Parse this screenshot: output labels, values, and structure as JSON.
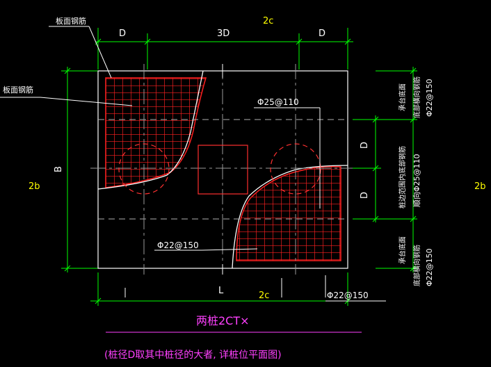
{
  "labels": {
    "slab_rebar_top": "板面钢筋",
    "slab_rebar_left": "板面钢筋",
    "dim_d_left": "D",
    "dim_3d": "3D",
    "dim_d_right": "D",
    "dim_2c_top": "2c",
    "dim_b": "B",
    "dim_2b_left": "2b",
    "dim_2b_right": "2b",
    "rebar_25_110": "Φ25@110",
    "rebar_22_150_inner": "Φ22@150",
    "rebar_22_150_bottom": "Φ22@150",
    "dim_l": "L",
    "dim_2c_bottom": "2c",
    "dim_d_right_v1": "D",
    "dim_d_right_v2": "D",
    "right_top_1": "承台底面",
    "right_top_2": "底部横向钢筋",
    "right_top_3": "Φ22@150",
    "right_mid_1": "桩边范围内底部钢筋",
    "right_mid_2": "顺向Φ25@110",
    "right_bot_1": "承台底面",
    "right_bot_2": "底部横向钢筋",
    "right_bot_3": "Φ22@150",
    "title": "两桩2CT×",
    "note": "(桩径D取其中桩径的大者, 详桩位平面图)"
  },
  "colors": {
    "background": "#000000",
    "outline": "#ffffff",
    "dimension": "#00ff00",
    "rebar": "#ff2020",
    "text_white": "#ffffff",
    "text_yellow": "#ffff00",
    "text_magenta": "#ff40ff"
  }
}
